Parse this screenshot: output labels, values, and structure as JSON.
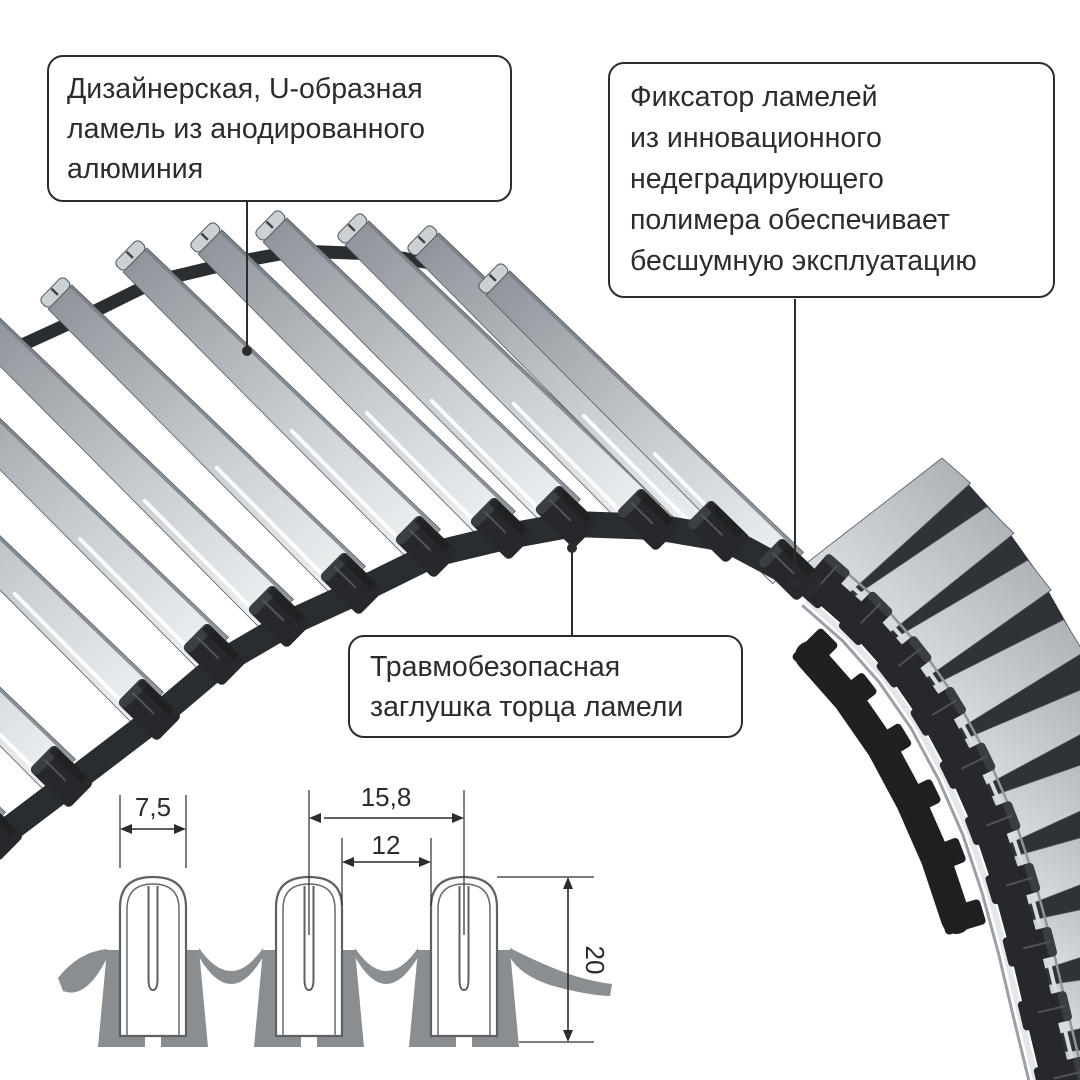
{
  "callouts": {
    "lamella": {
      "text": "Дизайнерская, U-образная\nламель из анодированного\nалюминия"
    },
    "fixator": {
      "text": "Фиксатор ламелей\nиз инновационного\nнедеградирующего\nполимера обеспечивает\nбесшумную эксплуатацию"
    },
    "endcap": {
      "text": "Травмобезопасная\nзаглушка торца ламели"
    }
  },
  "drawing": {
    "dims": {
      "lamella_width": "7,5",
      "pitch": "15,8",
      "gap": "12",
      "height": "20"
    }
  },
  "colors": {
    "outline": "#2c2c2c",
    "polymer_gray": "#8a8e91",
    "cap_dark": "#26282b",
    "metal_light": "#f4f6f7",
    "metal_dark": "#8b9197",
    "background": "#ffffff"
  }
}
